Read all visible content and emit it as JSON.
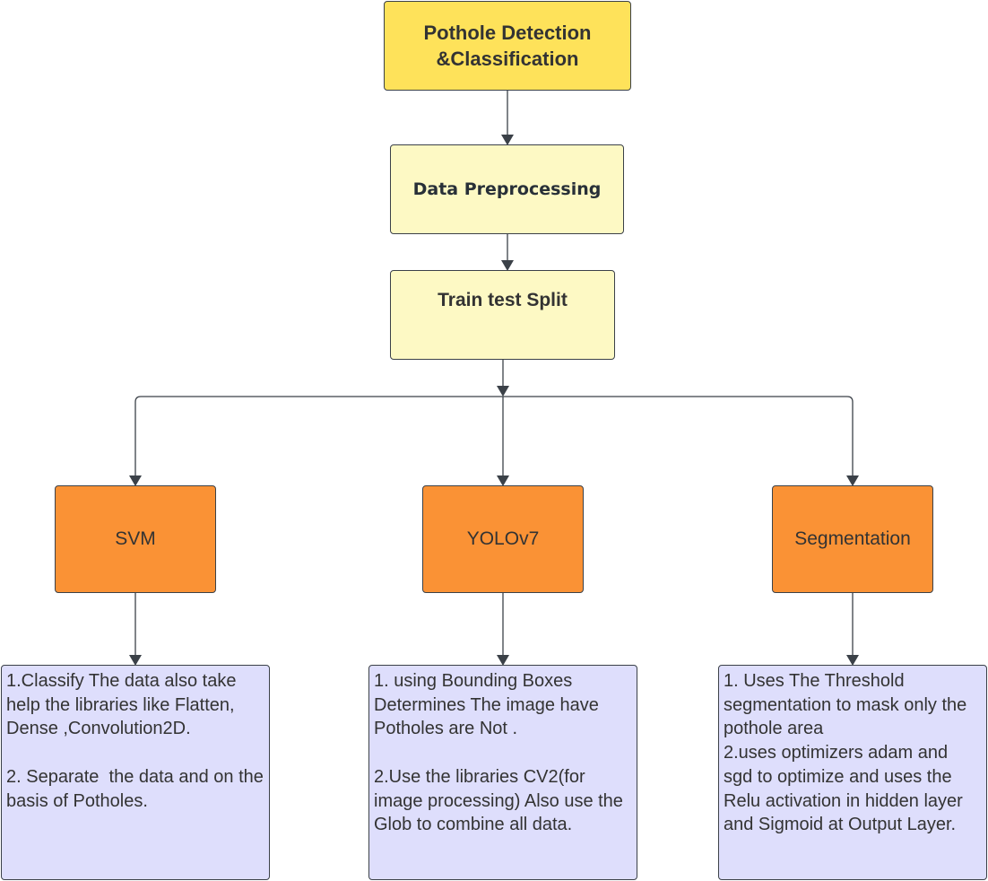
{
  "diagram": {
    "title": "Pothole Detection\n&Classification",
    "steps": [
      {
        "label": "Data Preprocessing"
      },
      {
        "label": "Train test Split"
      }
    ],
    "models": [
      {
        "label": "SVM",
        "description": "1.Classify The data also take help the libraries like Flatten, Dense ,Convolution2D.\n\n2. Separate  the data and on the basis of Potholes."
      },
      {
        "label": "YOLOv7",
        "description": "1. using Bounding Boxes Determines The image have Potholes are Not .\n\n2.Use the libraries CV2(for image processing) Also use the Glob to combine all data."
      },
      {
        "label": "Segmentation",
        "description": "1. Uses The Threshold segmentation to mask only the pothole area\n2.uses optimizers adam and sgd to optimize and uses the Relu activation in hidden layer and Sigmoid at Output Layer."
      }
    ],
    "colors": {
      "title_fill": "#fee25a",
      "step_fill": "#fdf9c4",
      "model_fill": "#fa9235",
      "description_fill": "#dedefc",
      "line": "#3b4148"
    }
  }
}
